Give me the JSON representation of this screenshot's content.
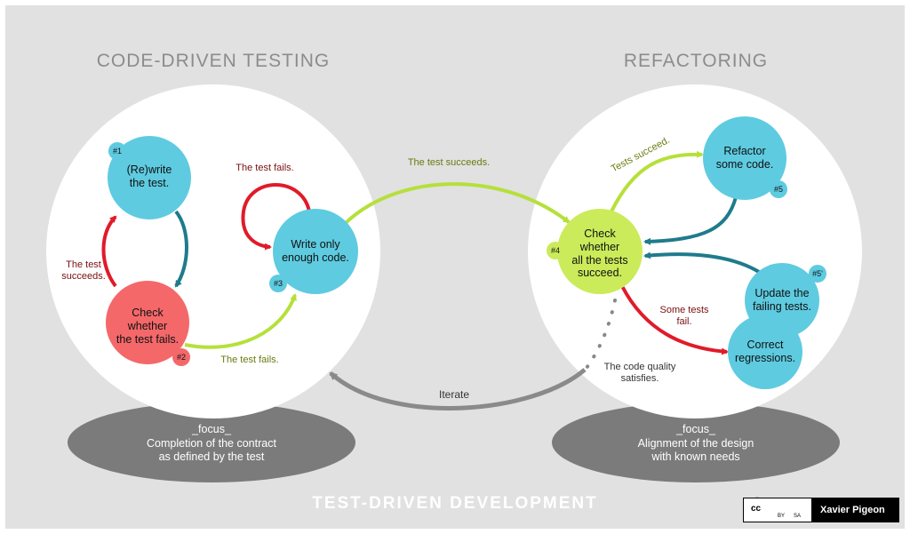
{
  "titles": {
    "left": "CODE-DRIVEN  TESTING",
    "right": "REFACTORING",
    "bottom": "TEST-DRIVEN  DEVELOPMENT"
  },
  "nodes": {
    "rewrite_test": {
      "label": "(Re)write\nthe test.",
      "badge": "#1"
    },
    "check_fails": {
      "label": "Check\nwhether\nthe test fails.",
      "badge": "#2"
    },
    "write_code": {
      "label": "Write only\nenough code.",
      "badge": "#3"
    },
    "check_all": {
      "label": "Check\nwhether\nall the tests\nsucceed.",
      "badge": "#4"
    },
    "refactor": {
      "label": "Refactor\nsome code.",
      "badge": "#5"
    },
    "update_failing": {
      "label": "Update the\nfailing tests.",
      "badge": "#5'"
    },
    "correct_regressions": {
      "label": "Correct\nregressions."
    }
  },
  "edge_labels": {
    "test_fails_loop": "The test fails.",
    "test_succeeds_left": "The test\nsucceeds.",
    "test_fails_bottom": "The test fails.",
    "test_succeeds_mid": "The test succeeds.",
    "tests_succeed": "Tests succeed.",
    "some_tests_fail": "Some tests\nfail.",
    "quality_satisfies": "The code quality\nsatisfies.",
    "iterate": "Iterate"
  },
  "focus": {
    "left": "_focus_\nCompletion of the contract\nas defined by the test",
    "right": "_focus_\nAlignment of the design\nwith known needs"
  },
  "license": {
    "author": "Xavier Pigeon",
    "cc_label": "cc",
    "by_label": "BY",
    "sa_label": "SA"
  },
  "colors": {
    "background": "#e1e1e1",
    "circle": "#ffffff",
    "focus_ellipse": "#7b7b7b",
    "cyan": "#5ecbe0",
    "red": "#f4686a",
    "lime": "#cbeb5b",
    "red_arrow": "#e01b2a",
    "teal_arrow": "#1e7b8c",
    "lime_arrow": "#b5e03a",
    "gray_arrow": "#8a8a8a"
  }
}
